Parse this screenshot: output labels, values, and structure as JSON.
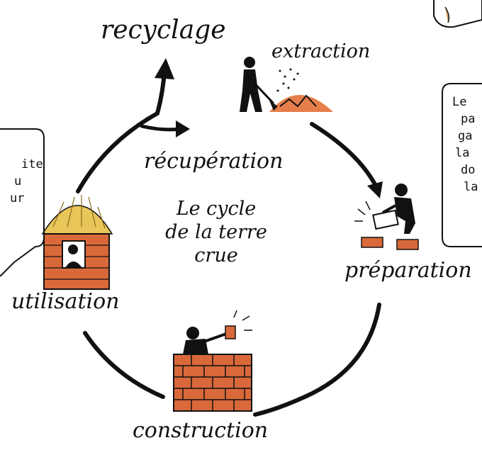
{
  "title": "Le cycle de la terre crue",
  "title_lines": [
    "Le cycle",
    "de la terre",
    "crue"
  ],
  "stages": {
    "recyclage": "recyclage",
    "extraction": "extraction",
    "preparation": "préparation",
    "construction": "construction",
    "utilisation": "utilisation",
    "recuperation": "récupération"
  },
  "left_bubble_fragments": [
    "ite",
    "u",
    "ur"
  ],
  "right_bubble_fragments": [
    "Le",
    "pa",
    "ga",
    "la",
    "do",
    "la"
  ],
  "colors": {
    "ink": "#111111",
    "earth": "#e2672d",
    "brick": "#d9693a",
    "straw": "#e9c65a"
  }
}
